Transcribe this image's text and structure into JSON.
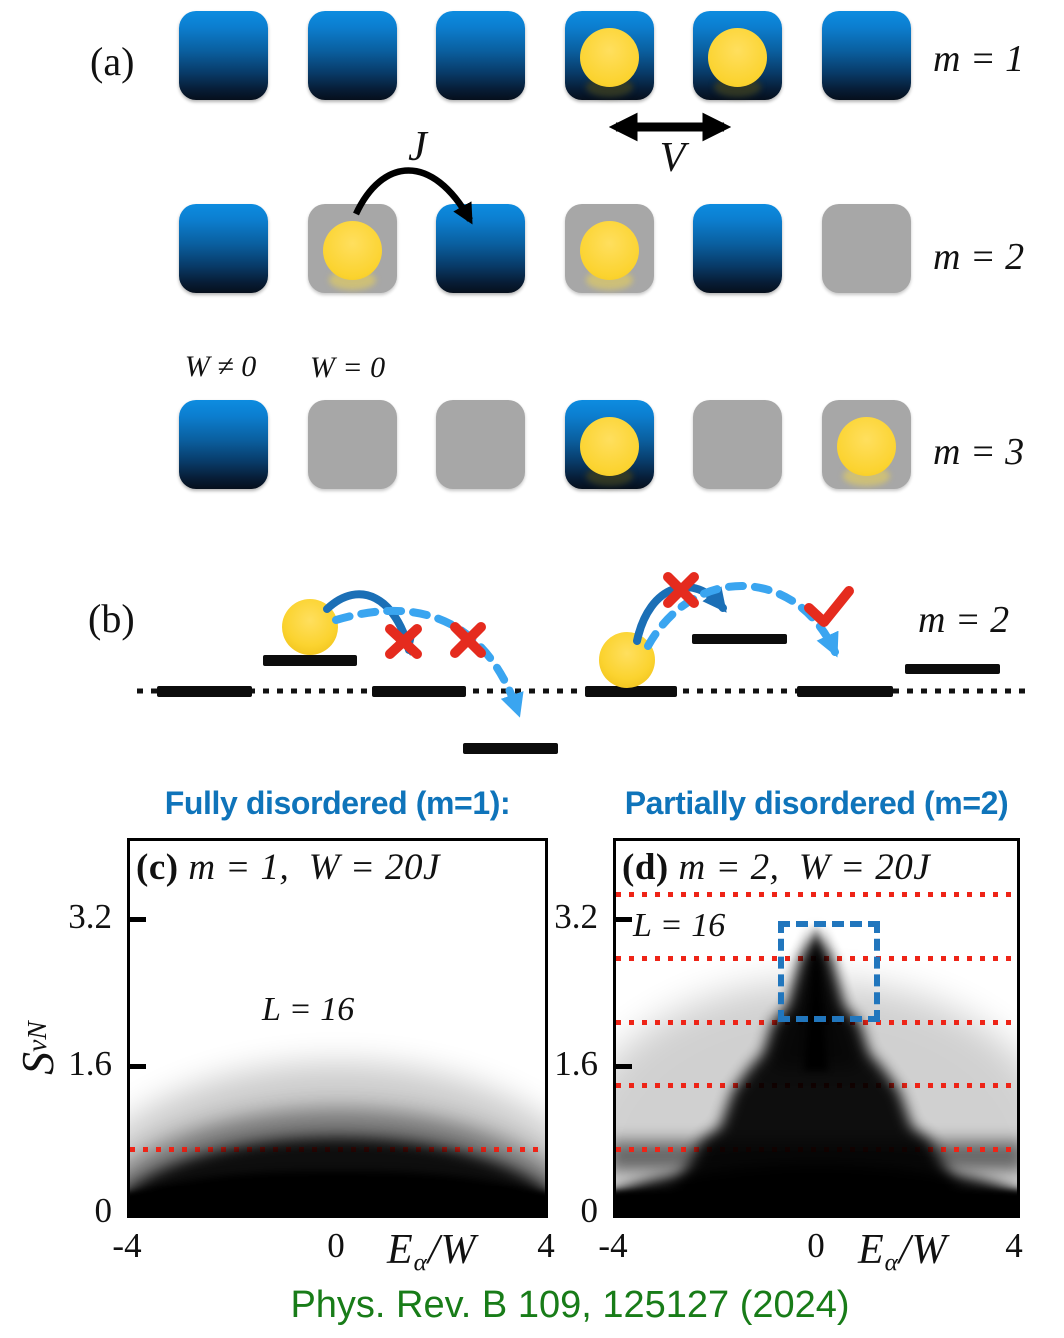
{
  "colors": {
    "site_blue_top": "#0d8ce0",
    "site_blue_bottom": "#060f1c",
    "site_gray": "#a7a7a7",
    "particle_yellow": "#fbd535",
    "header_blue": "#0f74ba",
    "citation_green": "#187c18",
    "red_accent": "#ee2417",
    "solid_arc_blue": "#1b6fb6",
    "dashed_arc_blue": "#3aa5f0",
    "dashed_box_blue": "#2176bd",
    "bar_black": "#0c0c0c"
  },
  "panel_a": {
    "label": "(a)",
    "hop_label": "J",
    "interaction_label": "V",
    "disorder_label_nonzero": "W ≠ 0",
    "disorder_label_zero": "W = 0",
    "rows": [
      {
        "label": "m = 1",
        "y": 11,
        "sites": [
          {
            "disordered": true,
            "particle": false
          },
          {
            "disordered": true,
            "particle": false
          },
          {
            "disordered": true,
            "particle": false
          },
          {
            "disordered": true,
            "particle": true
          },
          {
            "disordered": true,
            "particle": true
          },
          {
            "disordered": true,
            "particle": false
          }
        ]
      },
      {
        "label": "m = 2",
        "y": 204,
        "sites": [
          {
            "disordered": true,
            "particle": false
          },
          {
            "disordered": false,
            "particle": true
          },
          {
            "disordered": true,
            "particle": false
          },
          {
            "disordered": false,
            "particle": true
          },
          {
            "disordered": true,
            "particle": false
          },
          {
            "disordered": false,
            "particle": false
          }
        ]
      },
      {
        "label": "m = 3",
        "y": 400,
        "sites": [
          {
            "disordered": true,
            "particle": false
          },
          {
            "disordered": false,
            "particle": false
          },
          {
            "disordered": false,
            "particle": false
          },
          {
            "disordered": true,
            "particle": true
          },
          {
            "disordered": false,
            "particle": false
          },
          {
            "disordered": false,
            "particle": true
          }
        ]
      }
    ]
  },
  "panel_b": {
    "label": "(b)",
    "row_label": "m = 2"
  },
  "headers": {
    "left": "Fully disordered (m=1):",
    "right": "Partially disordered (m=2)"
  },
  "panel_c": {
    "tag": "(c)",
    "title": "m = 1,  W = 20J",
    "annotation": "L = 16",
    "y_ticks": [
      "3.2",
      "1.6",
      "0"
    ],
    "x_ticks": [
      "-4",
      "0",
      "4"
    ],
    "x_label": {
      "base": "E",
      "sub": "α",
      "rest": "/W"
    },
    "y_label": {
      "base": "S",
      "sub": "vN"
    }
  },
  "panel_d": {
    "tag": "(d)",
    "title": "m = 2,  W = 20J",
    "annotation": "L = 16",
    "y_ticks": [
      "3.2",
      "1.6",
      "0"
    ],
    "x_ticks": [
      "-4",
      "0",
      "4"
    ],
    "x_label": {
      "base": "E",
      "sub": "α",
      "rest": "/W"
    }
  },
  "citation": "Phys. Rev. B 109, 125127 (2024)",
  "chart_data": [
    {
      "type": "scatter",
      "panel": "c",
      "title": "(c) m = 1, W = 20J",
      "xlabel": "E_alpha/W",
      "ylabel": "S_vN",
      "xlim": [
        -4,
        4
      ],
      "ylim": [
        0,
        3.65
      ],
      "xticks": [
        -4,
        0,
        4
      ],
      "yticks": [
        0,
        1.6,
        3.2
      ],
      "annotation": "L = 16",
      "red_dotted_lines_SvN": [
        0.693
      ],
      "envelope": {
        "E_over_W": [
          -4,
          -3,
          -2,
          -1,
          0,
          1,
          2,
          3,
          4
        ],
        "S_max": [
          0.95,
          1.15,
          1.3,
          1.45,
          1.5,
          1.45,
          1.3,
          1.15,
          0.95
        ],
        "S_dense_top": [
          0.5,
          0.65,
          0.8,
          0.88,
          0.9,
          0.88,
          0.8,
          0.65,
          0.5
        ]
      },
      "description": "Dense black cloud of eigenstate entanglement entropies; S_vN stays low at all energies (fully disordered, MBL); single red dotted line at ln 2"
    },
    {
      "type": "scatter",
      "panel": "d",
      "title": "(d) m = 2, W = 20J",
      "xlabel": "E_alpha/W",
      "ylabel": "S_vN",
      "xlim": [
        -4,
        4
      ],
      "ylim": [
        0,
        3.65
      ],
      "xticks": [
        -4,
        0,
        4
      ],
      "yticks": [
        0,
        1.6,
        3.2
      ],
      "annotation": "L = 16",
      "red_dotted_lines_SvN": [
        0.693,
        1.386,
        2.079,
        2.773,
        3.466
      ],
      "envelope": {
        "E_over_W": [
          -4,
          -3,
          -2,
          -1,
          0,
          1,
          2,
          3,
          4
        ],
        "S_max": [
          0.85,
          1.0,
          1.4,
          2.1,
          3.1,
          2.1,
          1.4,
          1.0,
          0.85
        ]
      },
      "highlight_box": {
        "E_over_W": [
          -1,
          1
        ],
        "S_vN": [
          2.08,
          3.16
        ]
      },
      "description": "Pyramid-shaped cloud peaking at band center; horizontal bands of states at integer multiples of ln 2 (red dotted lines); blue dashed box highlights high-entropy peak"
    }
  ]
}
